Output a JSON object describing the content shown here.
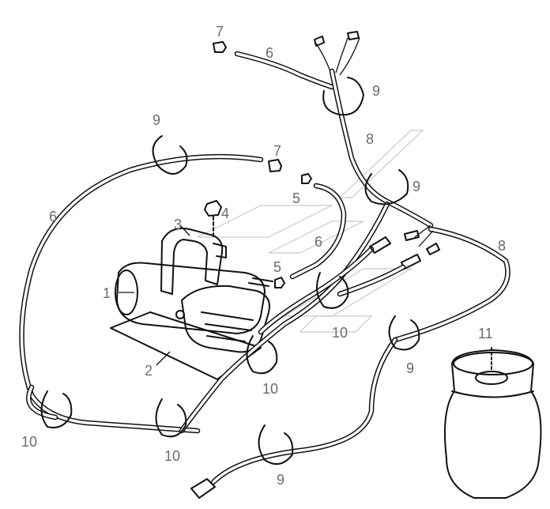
{
  "diagram": {
    "callouts": {
      "c1": "1",
      "c2": "2",
      "c3": "3",
      "c4": "4",
      "c5a": "5",
      "c5b": "5",
      "c6a": "6",
      "c6b": "6",
      "c6c": "6",
      "c7a": "7",
      "c7b": "7",
      "c8a": "8",
      "c8b": "8",
      "c9a": "9",
      "c9b": "9",
      "c9c": "9",
      "c9d": "9",
      "c9e": "9",
      "c10a": "10",
      "c10b": "10",
      "c10c": "10",
      "c10d": "10",
      "c11": "11"
    },
    "colors": {
      "lines": "#111111",
      "callouts": "#6b6b6b",
      "watermark": "#c9c9c9"
    }
  }
}
